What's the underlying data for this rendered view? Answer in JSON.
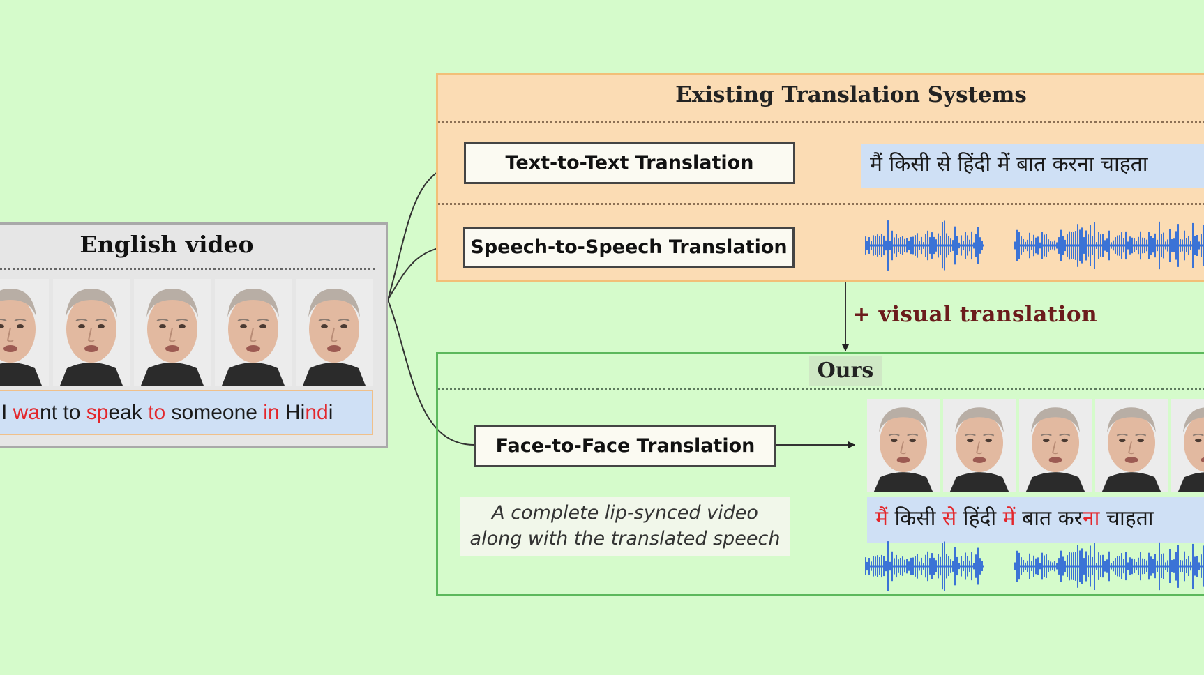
{
  "english_panel": {
    "title": "English video",
    "caption_segments": [
      {
        "text": "I ",
        "highlight": false
      },
      {
        "text": "wa",
        "highlight": true
      },
      {
        "text": "nt to ",
        "highlight": false
      },
      {
        "text": "sp",
        "highlight": true
      },
      {
        "text": "eak ",
        "highlight": false
      },
      {
        "text": "to",
        "highlight": true
      },
      {
        "text": " someone ",
        "highlight": false
      },
      {
        "text": "in",
        "highlight": true
      },
      {
        "text": " Hi",
        "highlight": false
      },
      {
        "text": "nd",
        "highlight": true
      },
      {
        "text": "i",
        "highlight": false
      }
    ]
  },
  "existing_panel": {
    "title": "Existing Translation Systems",
    "text_to_text": "Text-to-Text Translation",
    "speech_to_speech": "Speech-to-Speech Translation",
    "hindi_output": "मैं किसी से हिंदी में बात करना चाहता"
  },
  "visual_translation_label": "+ visual translation",
  "ours_panel": {
    "title": "Ours",
    "face_to_face": "Face-to-Face Translation",
    "note_line1": "A complete lip-synced video",
    "note_line2": "along with the translated speech",
    "caption_segments": [
      {
        "text": "मैं",
        "highlight": true
      },
      {
        "text": " किसी ",
        "highlight": false
      },
      {
        "text": "से",
        "highlight": true
      },
      {
        "text": " हिंदी ",
        "highlight": false
      },
      {
        "text": "में",
        "highlight": true
      },
      {
        "text": " बात कर",
        "highlight": false
      },
      {
        "text": "ना",
        "highlight": true
      },
      {
        "text": " चाहता",
        "highlight": false
      }
    ]
  },
  "colors": {
    "background": "#d5fbcb",
    "existing_fill": "#fbdcb4",
    "ours_border": "#5cb85c",
    "caption_fill": "#cfe0f5",
    "highlight": "#e3262b",
    "waveform": "#3b73d6"
  }
}
